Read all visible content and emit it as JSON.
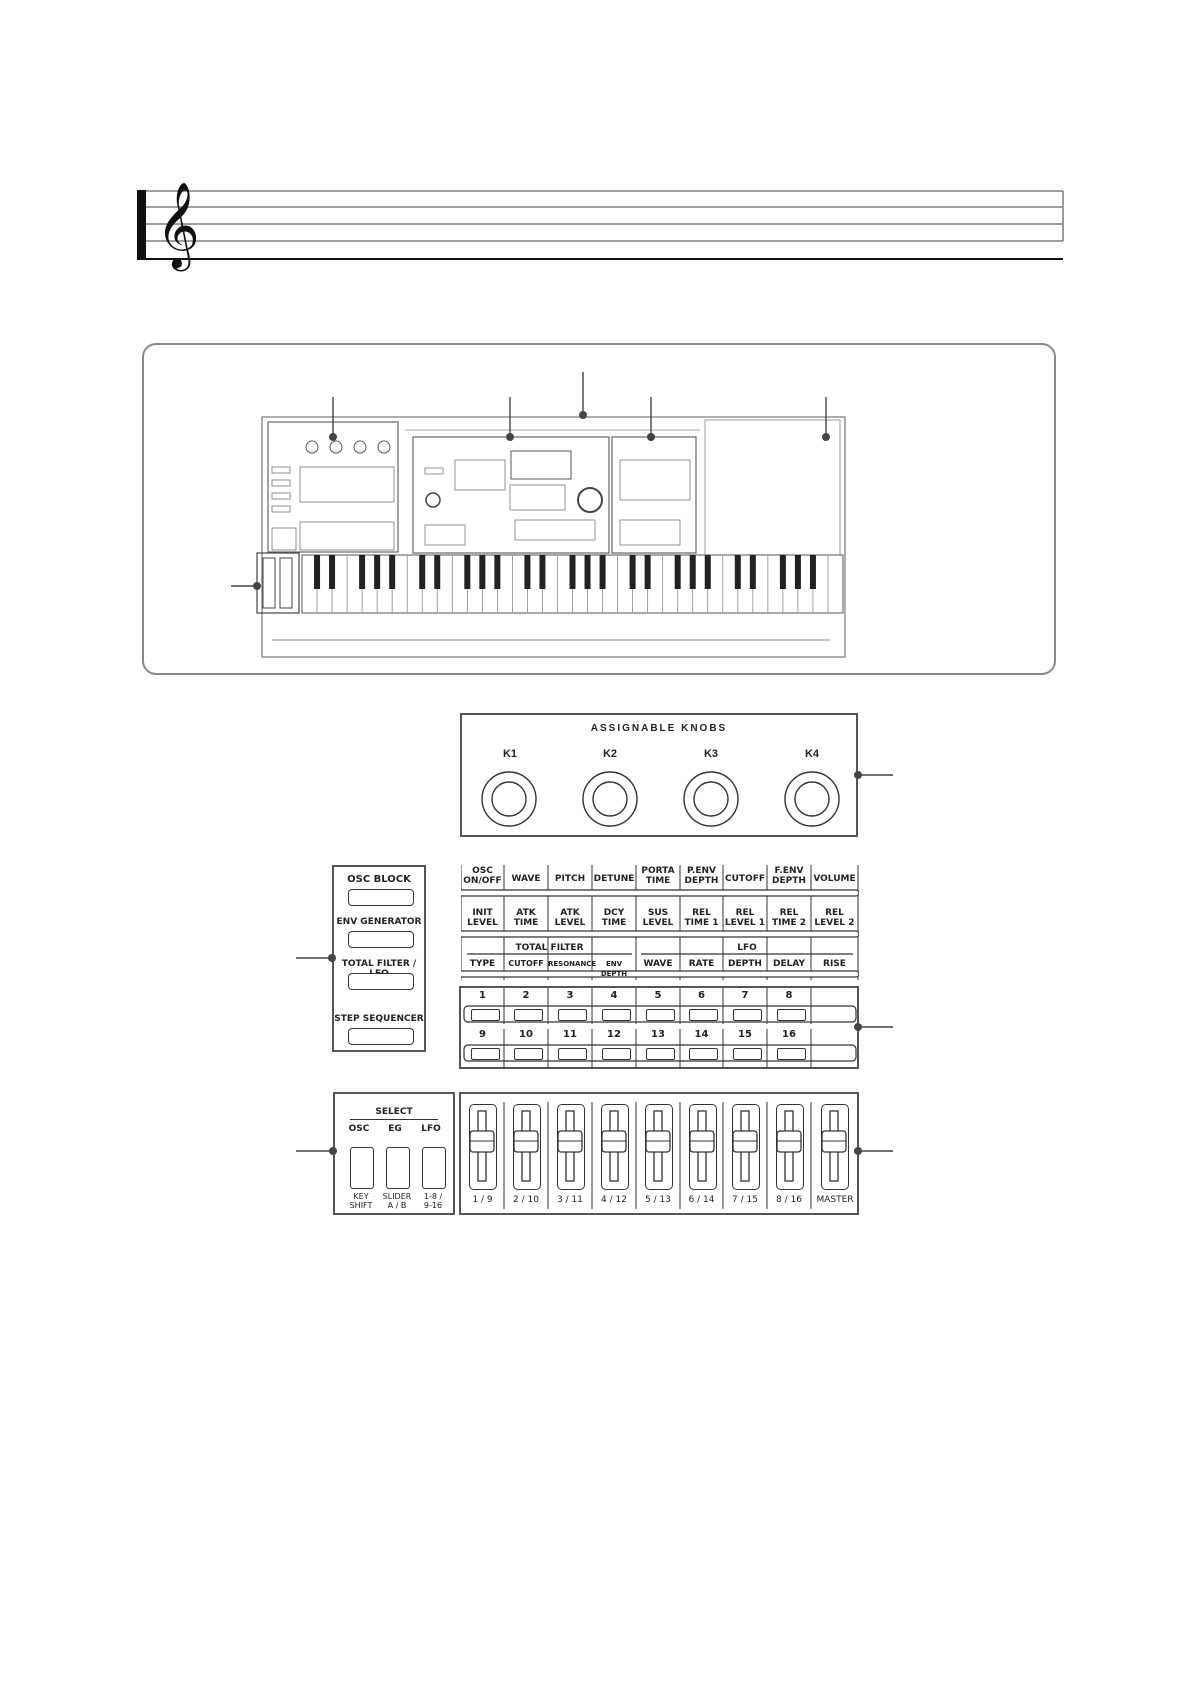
{
  "knobs_panel": {
    "title": "ASSIGNABLE KNOBS",
    "knobs": [
      "K1",
      "K2",
      "K3",
      "K4"
    ]
  },
  "mode_buttons": [
    "OSC BLOCK",
    "ENV GENERATOR",
    "TOTAL FILTER / LFO",
    "STEP SEQUENCER"
  ],
  "param_row1": [
    "OSC\nON/OFF",
    "WAVE",
    "PITCH",
    "DETUNE",
    "PORTA\nTIME",
    "P.ENV\nDEPTH",
    "CUTOFF",
    "F.ENV\nDEPTH",
    "VOLUME"
  ],
  "param_row2": [
    "INIT\nLEVEL",
    "ATK\nTIME",
    "ATK\nLEVEL",
    "DCY\nTIME",
    "SUS\nLEVEL",
    "REL\nTIME 1",
    "REL\nLEVEL 1",
    "REL\nTIME 2",
    "REL\nLEVEL 2"
  ],
  "param_row3": {
    "total_filter_label": "TOTAL FILTER",
    "lfo_label": "LFO",
    "items": [
      "TYPE",
      "CUTOFF",
      "RESONANCE",
      "ENV DEPTH",
      "WAVE",
      "RATE",
      "DEPTH",
      "DELAY",
      "RISE"
    ]
  },
  "step_numbers_row1": [
    "1",
    "2",
    "3",
    "4",
    "5",
    "6",
    "7",
    "8"
  ],
  "step_numbers_row2": [
    "9",
    "10",
    "11",
    "12",
    "13",
    "14",
    "15",
    "16"
  ],
  "select_panel": {
    "title": "SELECT",
    "columns": [
      "OSC",
      "EG",
      "LFO"
    ],
    "buttons": [
      "KEY\nSHIFT",
      "SLIDER\nA / B",
      "1-8 /\n9-16"
    ]
  },
  "sliders": [
    "1 / 9",
    "2 / 10",
    "3 / 11",
    "4 / 12",
    "5 / 13",
    "6 / 14",
    "7 / 15",
    "8 / 16",
    "MASTER"
  ]
}
